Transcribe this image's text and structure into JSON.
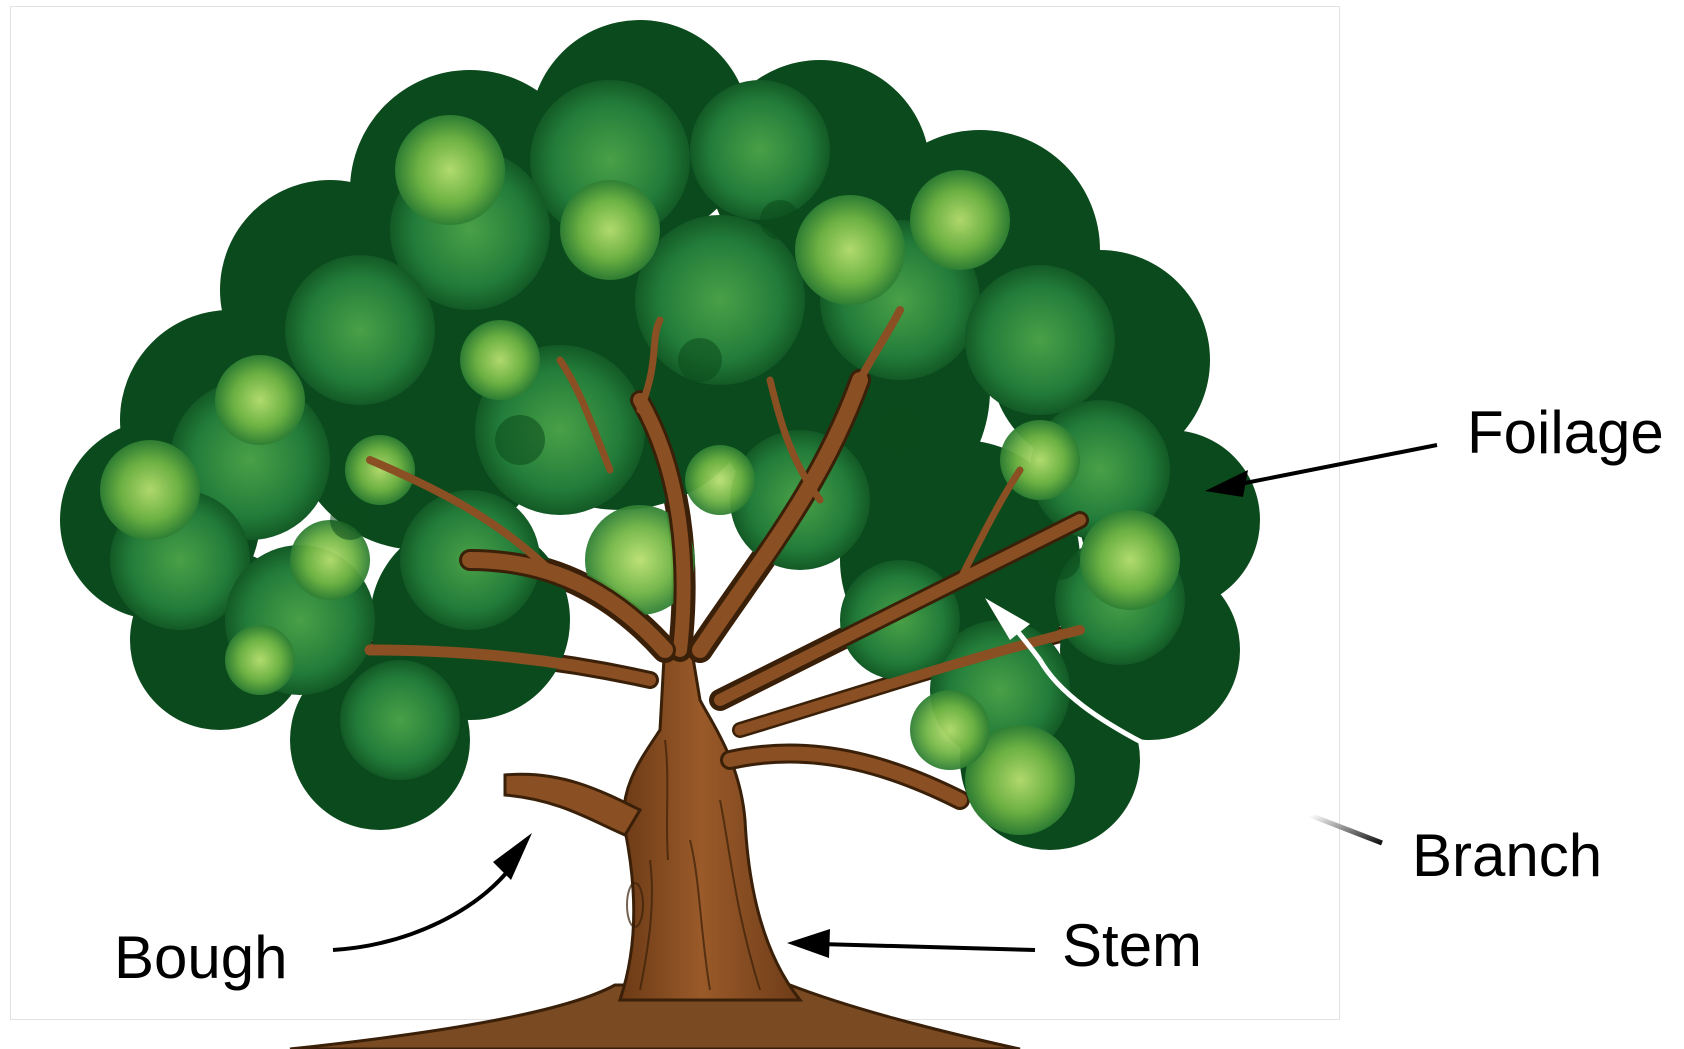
{
  "labels": {
    "foilage": "Foilage",
    "branch": "Branch",
    "stem": "Stem",
    "bough": "Bough"
  },
  "colors": {
    "foliage_dark": "#0b4a1c",
    "foliage_mid": "#1f7a34",
    "foliage_light": "#4f9e3a",
    "foliage_highlight": "#9fd05a",
    "bark": "#8a4f22",
    "bark_shadow": "#5a3212",
    "ground": "#7a4a22",
    "arrow_black": "#000000",
    "arrow_white": "#ffffff"
  }
}
